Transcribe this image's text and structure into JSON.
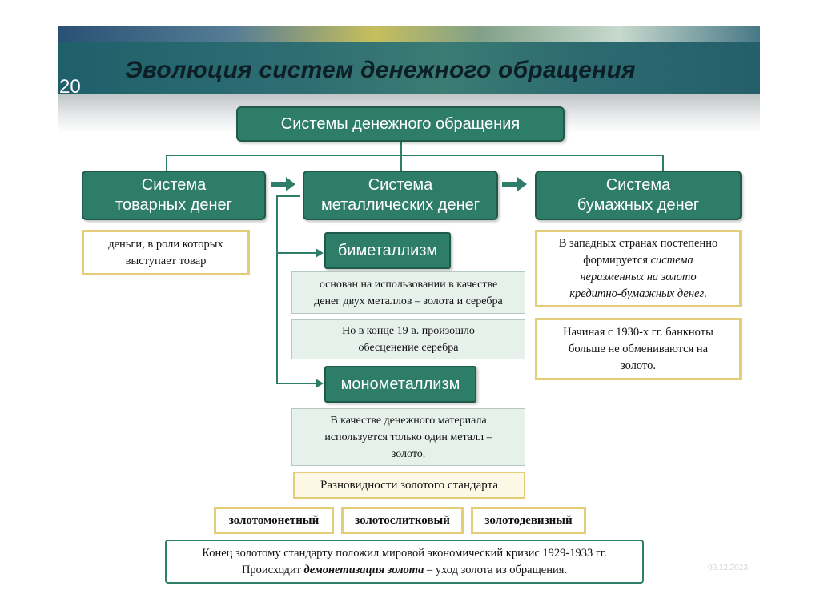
{
  "slide": {
    "title": "Эволюция систем денежного обращения",
    "number": "20",
    "date_watermark": "09.12.2023"
  },
  "diagram": {
    "root": "Системы денежного обращения",
    "systems": {
      "commodity": [
        "Система",
        "товарных денег"
      ],
      "metallic": [
        "Система",
        "металлических денег"
      ],
      "paper": [
        "Система",
        "бумажных денег"
      ]
    },
    "commodity_note": [
      "деньги, в роли которых",
      "выступает товар"
    ],
    "bimetallism": {
      "label": "биметаллизм",
      "desc": [
        "основан на использовании в качестве",
        "денег двух металлов – золота и серебра"
      ],
      "note": [
        "Но в конце 19 в. произошло",
        "обесценение серебра"
      ]
    },
    "monometallism": {
      "label": "монометаллизм",
      "desc": [
        "В качестве денежного материала",
        "используется только один металл –",
        "золото."
      ],
      "gold_standard_title": "Разновидности золотого стандарта",
      "variants": [
        "золотомонетный",
        "золотослитковый",
        "золотодевизный"
      ]
    },
    "paper_note1": {
      "line1": "В западных странах постепенно",
      "line2_plain": "формируется ",
      "line2_italic": "система",
      "line3": "неразменных на золото",
      "line4": "кредитно-бумажных денег",
      "line4_end": "."
    },
    "paper_note2": [
      "Начиная с 1930-х гг. банкноты",
      "больше не обмениваются на",
      "золото."
    ],
    "conclusion": {
      "line1": "Конец золотому стандарту положил мировой экономический кризис 1929-1933 гг.",
      "line2_plain": "Происходит ",
      "line2_bold": "демонетизация золота",
      "line2_end": " – уход золота из обращения."
    }
  },
  "colors": {
    "green": "#2e7d68",
    "yellow_border": "#e5cd78",
    "mint": "#e7f1ec"
  }
}
